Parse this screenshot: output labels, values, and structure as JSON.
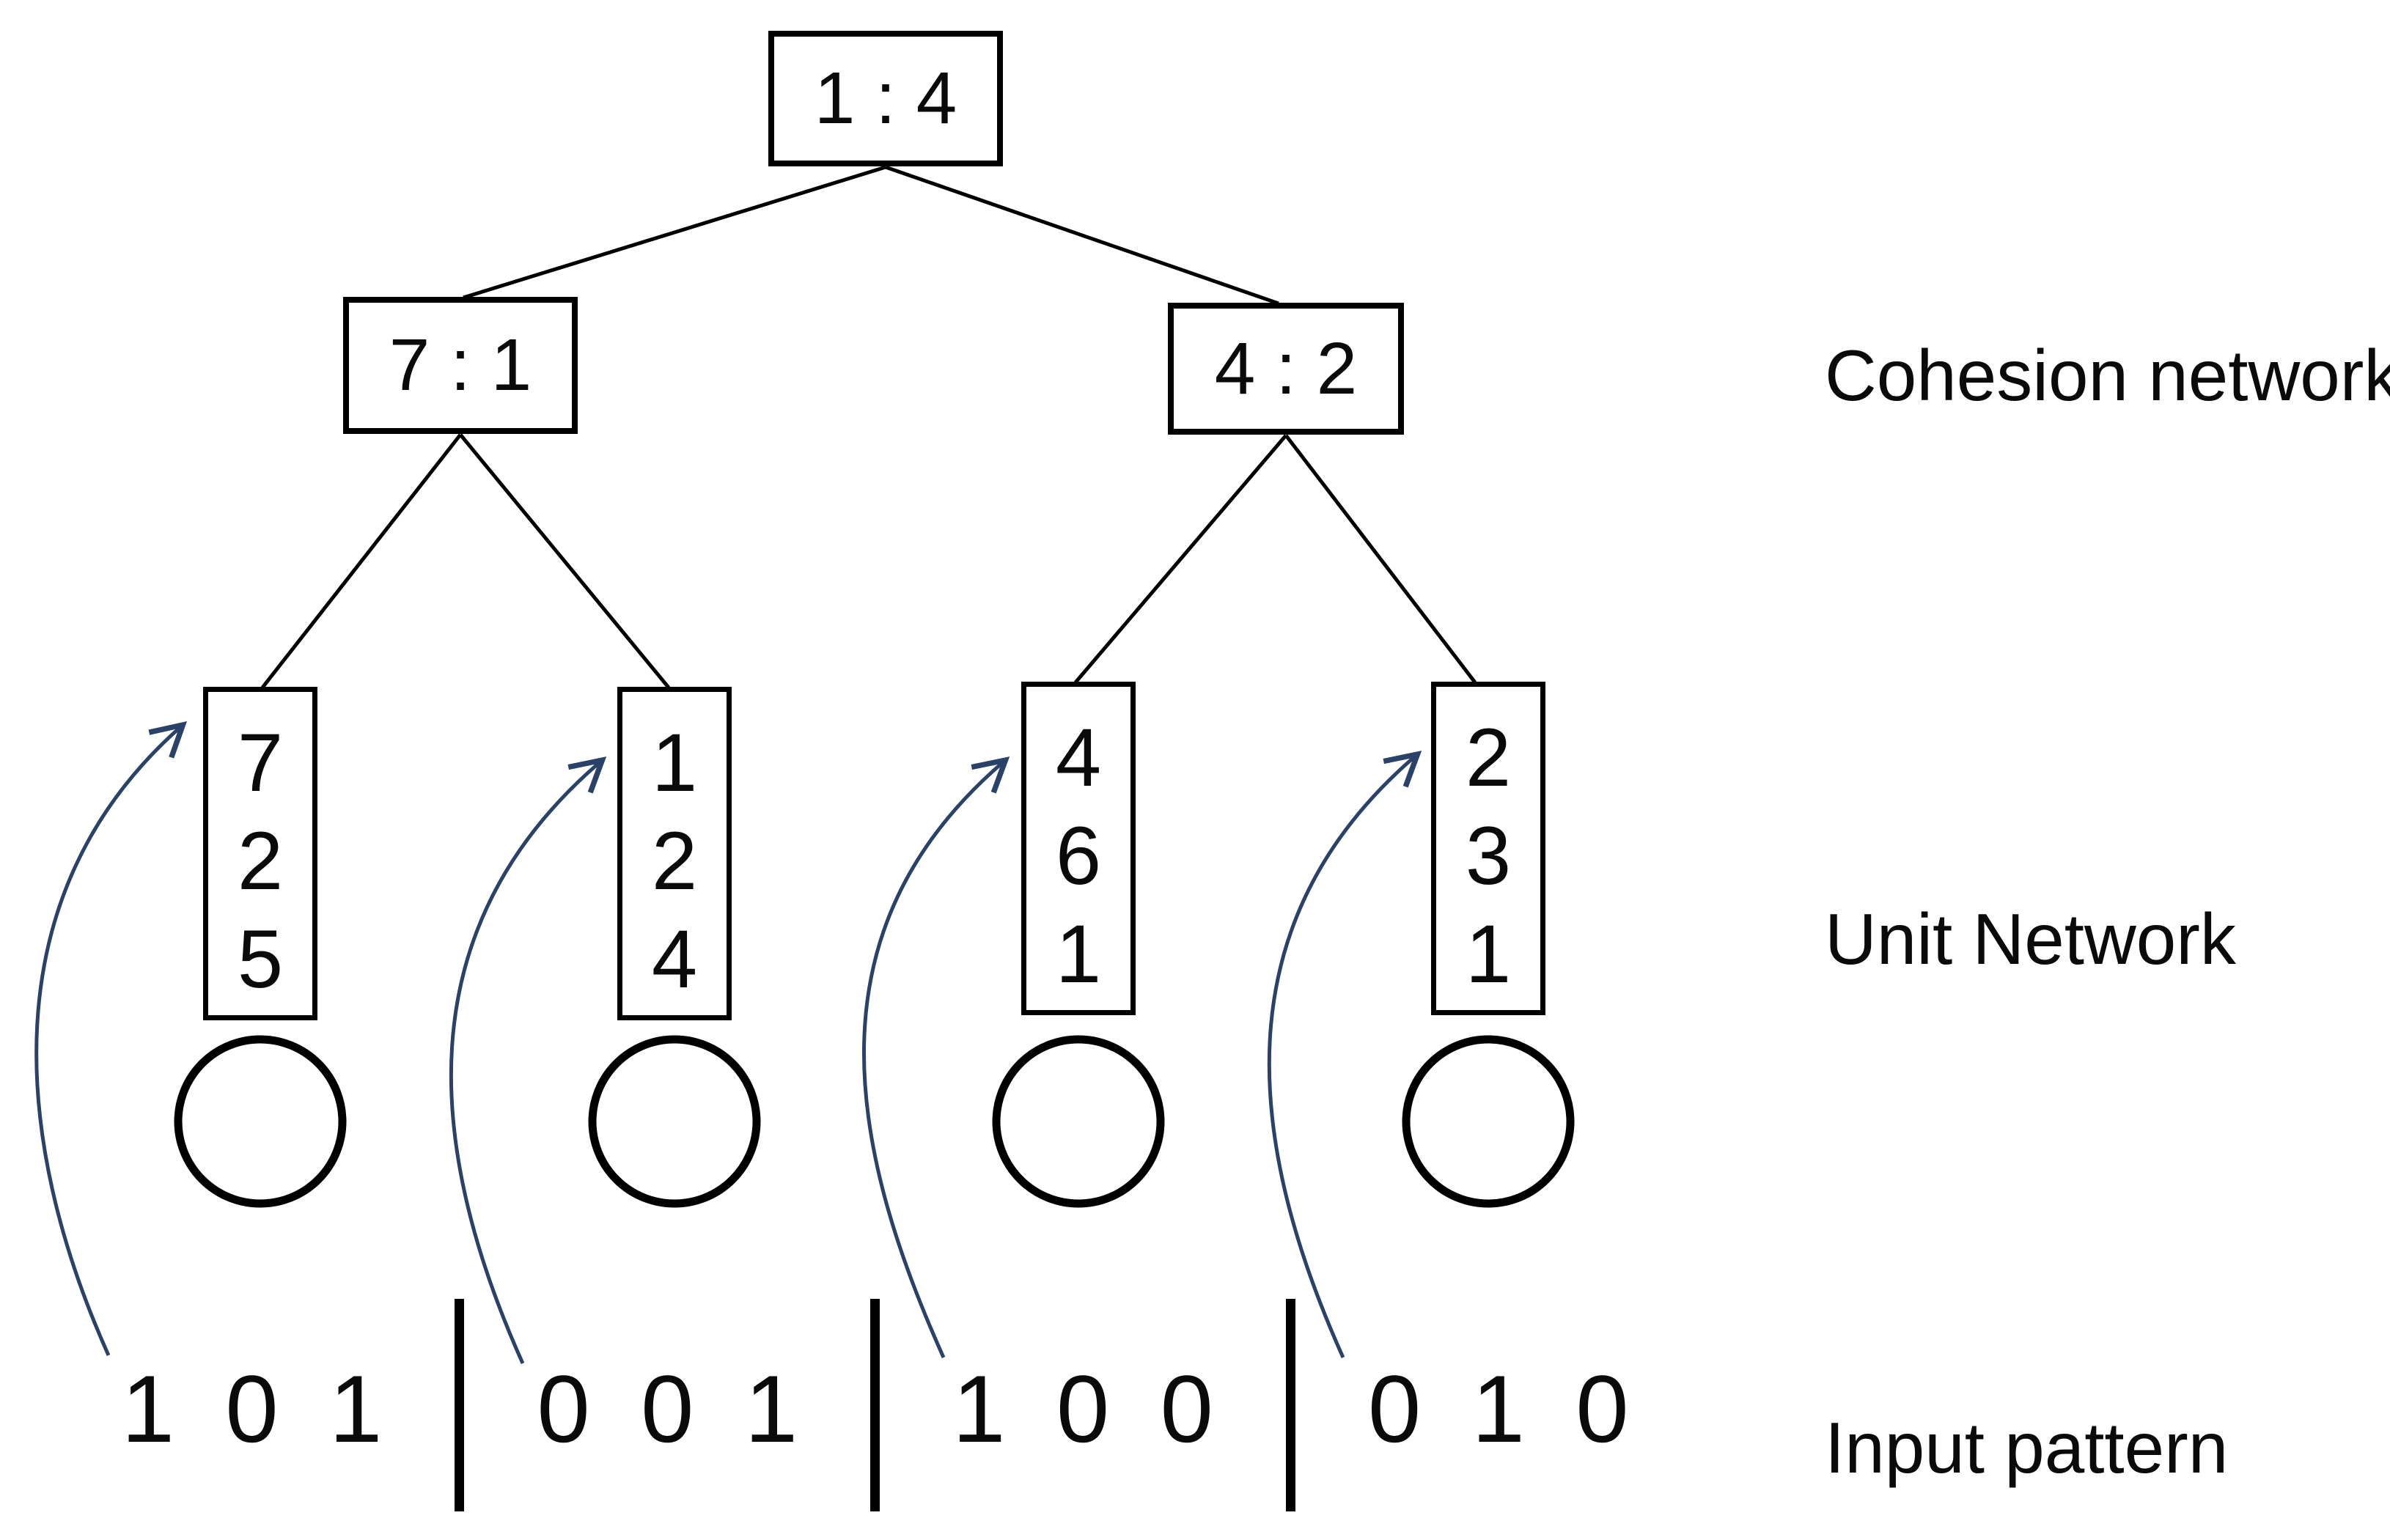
{
  "figure": {
    "background": "#ffffff",
    "line_color": "#000000",
    "arrow_color": "#2a4168"
  },
  "labels": {
    "cohesion": "Cohesion network",
    "unit": "Unit Network",
    "input": "Input pattern"
  },
  "cohesion_nodes": {
    "root": "1 : 4",
    "left": "7 : 1",
    "right": "4 : 2"
  },
  "unit_boxes": [
    {
      "digits": [
        "7",
        "2",
        "5"
      ]
    },
    {
      "digits": [
        "1",
        "2",
        "4"
      ]
    },
    {
      "digits": [
        "4",
        "6",
        "1"
      ]
    },
    {
      "digits": [
        "2",
        "3",
        "1"
      ]
    }
  ],
  "input_pattern": {
    "groups": [
      [
        "1",
        "0",
        "1"
      ],
      [
        "0",
        "0",
        "1"
      ],
      [
        "1",
        "0",
        "0"
      ],
      [
        "0",
        "1",
        "0"
      ]
    ],
    "separator": "|"
  }
}
